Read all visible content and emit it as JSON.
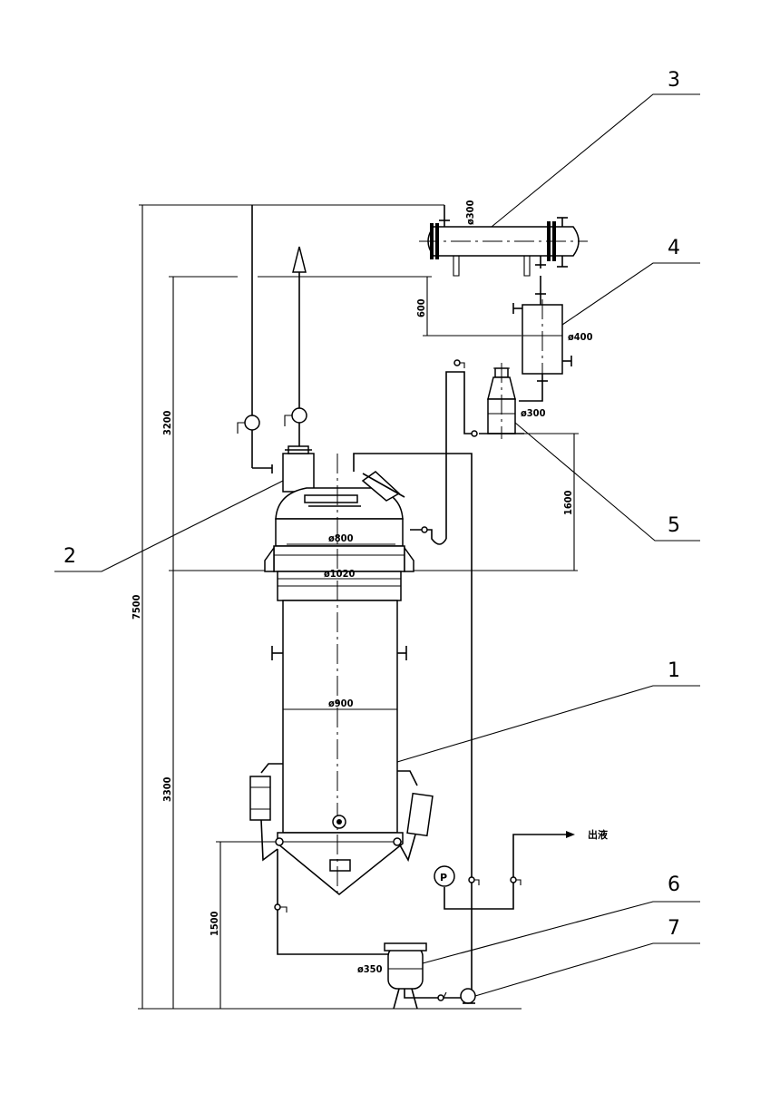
{
  "callouts": [
    "1",
    "2",
    "3",
    "4",
    "5",
    "6",
    "7"
  ],
  "dimensions": {
    "total_height": "7500",
    "upper_height": "3200",
    "lower_height": "3300",
    "base_height": "1500",
    "vent_drop": "600",
    "receiver_height": "1600"
  },
  "diameters": {
    "condenser": "ø300",
    "separator": "ø400",
    "receiver": "ø300",
    "head": "ø800",
    "jacket": "ø1020",
    "shell": "ø900",
    "filter": "ø350"
  },
  "pump_symbol": "P",
  "outlet_label": "出液",
  "colors": {
    "line": "#000000",
    "background": "#ffffff"
  }
}
